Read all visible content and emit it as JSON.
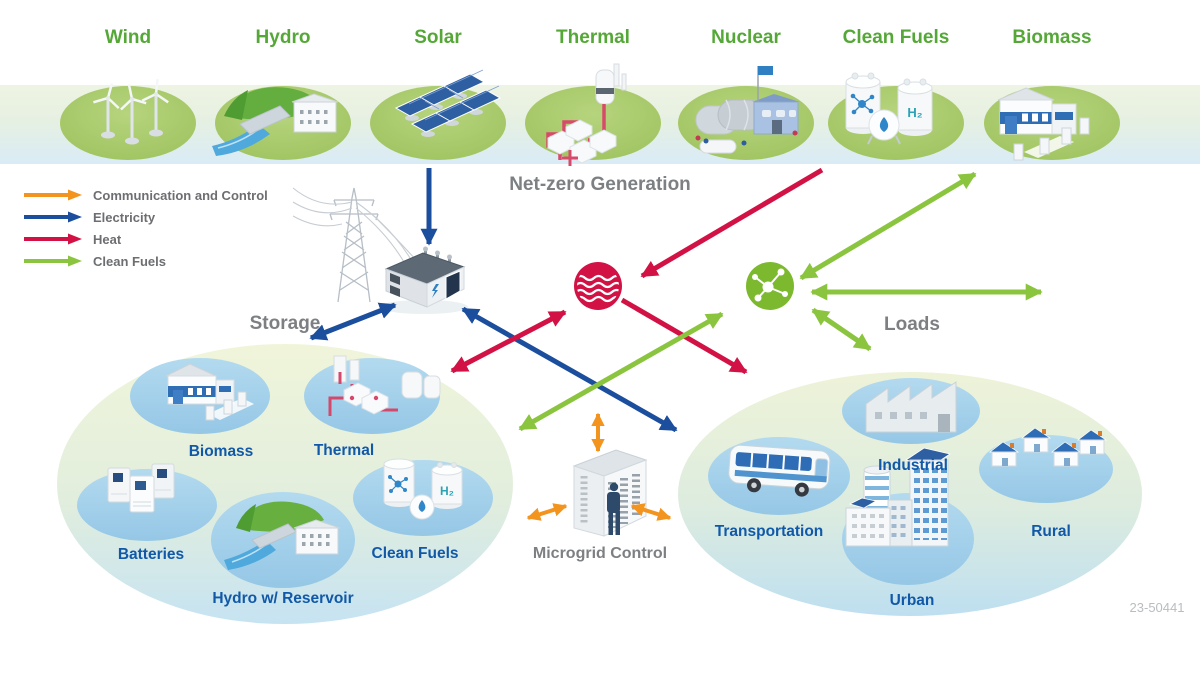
{
  "title": "Net-zero Generation",
  "watermark": "23-50441",
  "generation": {
    "items": [
      {
        "label": "Wind",
        "icon": "wind-turbines-icon"
      },
      {
        "label": "Hydro",
        "icon": "hydro-dam-icon"
      },
      {
        "label": "Solar",
        "icon": "solar-panels-icon"
      },
      {
        "label": "Thermal",
        "icon": "thermal-plant-icon"
      },
      {
        "label": "Nuclear",
        "icon": "nuclear-plant-icon"
      },
      {
        "label": "Clean Fuels",
        "icon": "clean-fuel-tanks-icon"
      },
      {
        "label": "Biomass",
        "icon": "biomass-plant-icon"
      }
    ]
  },
  "legend": {
    "items": [
      {
        "label": "Communication and Control",
        "color": "#f3941e"
      },
      {
        "label": "Electricity",
        "color": "#1c4e9e"
      },
      {
        "label": "Heat",
        "color": "#d21245"
      },
      {
        "label": "Clean Fuels",
        "color": "#8bc53f"
      }
    ]
  },
  "storage": {
    "label": "Storage",
    "items": [
      {
        "label": "Biomass",
        "icon": "biomass-storage-icon"
      },
      {
        "label": "Thermal",
        "icon": "thermal-storage-icon"
      },
      {
        "label": "Batteries",
        "icon": "battery-cabinets-icon"
      },
      {
        "label": "Clean Fuels",
        "icon": "clean-fuel-storage-icon"
      },
      {
        "label": "Hydro w/ Reservoir",
        "icon": "hydro-reservoir-icon"
      }
    ]
  },
  "loads": {
    "label": "Loads",
    "items": [
      {
        "label": "Industrial",
        "icon": "factory-icon"
      },
      {
        "label": "Transportation",
        "icon": "bus-icon"
      },
      {
        "label": "Rural",
        "icon": "solar-houses-icon"
      },
      {
        "label": "Urban",
        "icon": "city-buildings-icon"
      }
    ]
  },
  "microgrid": {
    "label": "Microgrid Control",
    "icon": "server-rack-icon"
  },
  "hubs": {
    "heat_hub_icon": "heat-hub-icon",
    "fuels_hub_icon": "clean-fuels-hub-icon"
  },
  "grid": {
    "tower_icon": "transmission-tower-icon",
    "transformer_icon": "transformer-icon"
  },
  "icons": {
    "h2_label": "H₂"
  },
  "colors": {
    "communication": "#f3941e",
    "electricity": "#1c4e9e",
    "heat": "#d21245",
    "clean_fuels": "#8bc53f",
    "generation_label": "#55a737",
    "section_label": "#7d8083",
    "item_label": "#1159a8",
    "generation_ellipse": "#a6ca66",
    "inner_ellipse": "#a4d0e9"
  }
}
